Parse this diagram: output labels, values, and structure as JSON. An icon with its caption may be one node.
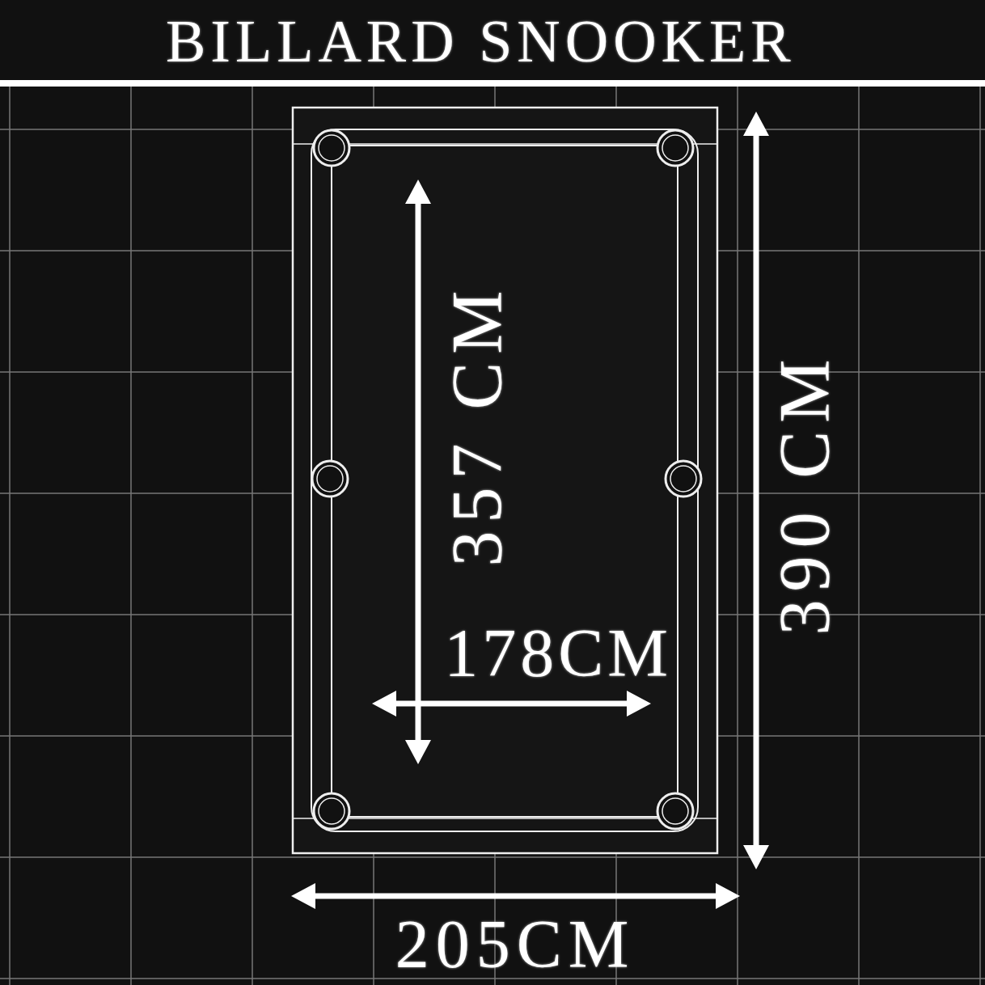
{
  "diagram": {
    "title": "BILLARD SNOOKER",
    "labels": [
      "357 CM",
      "178CM",
      "390 CM",
      "205CM"
    ]
  }
}
